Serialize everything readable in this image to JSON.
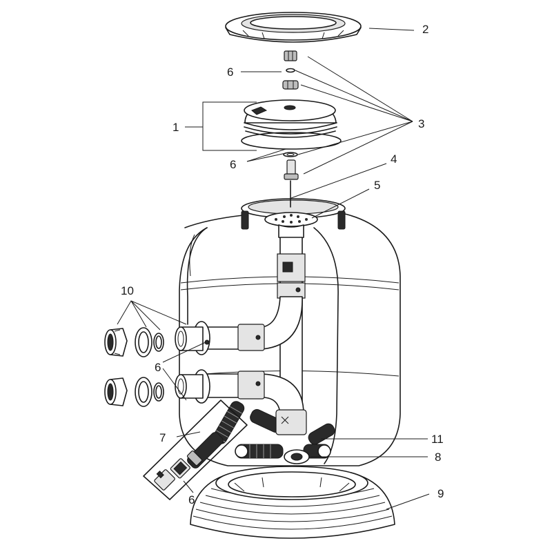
{
  "labels": {
    "l1": "1",
    "l2": "2",
    "l3": "3",
    "l4": "4",
    "l5": "5",
    "l6a": "6",
    "l6b": "6",
    "l6c": "6",
    "l6d": "6",
    "l7": "7",
    "l8": "8",
    "l9": "9",
    "l10": "10",
    "l11": "11"
  }
}
